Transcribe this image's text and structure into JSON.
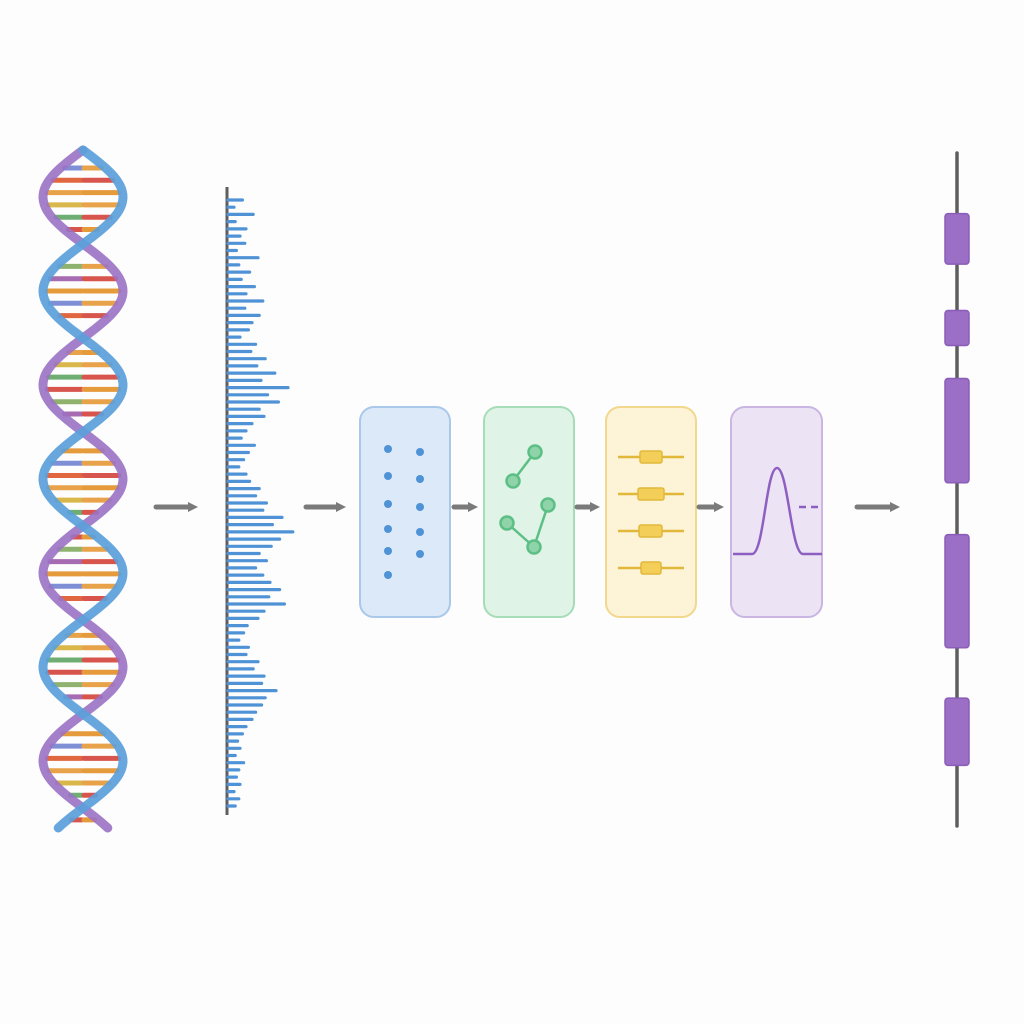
{
  "colors": {
    "background": "#fdfdfd",
    "arrow": "#7a7a7a",
    "axis": "#5e5e5e",
    "strand_blue": "#5b9fda",
    "strand_purple": "#9b72c4",
    "signal_bar": "#4f93d6",
    "stage_blue_fill": "#dce9f8",
    "stage_blue_border": "#a9c8ea",
    "stage_blue_accent": "#4f93d6",
    "stage_green_fill": "#dff3e6",
    "stage_green_border": "#a6dcb8",
    "stage_green_accent": "#5cbf85",
    "stage_yellow_fill": "#fdf3d6",
    "stage_yellow_border": "#f1d88c",
    "stage_yellow_accent": "#e2b83a",
    "stage_purple_fill": "#ece4f5",
    "stage_purple_border": "#cbb5e2",
    "stage_purple_accent": "#8e5fc0",
    "segment_fill": "#9b6fc6",
    "segment_border": "#8a5db8",
    "base_pair_palette": [
      "#7f8fd6",
      "#e0673f",
      "#e8a24a",
      "#d9b74a",
      "#6fae72",
      "#d7554c",
      "#8fb36e",
      "#a66bb0",
      "#e59a3c"
    ]
  },
  "icons": {
    "dna": "dna-double-helix-icon",
    "signal": "signal-spectrum-icon",
    "stage_1": "dot-grid-icon",
    "stage_2": "connected-nodes-icon",
    "stage_3": "slider-bars-icon",
    "stage_4": "peak-curve-icon",
    "output": "segmented-track-icon",
    "arrow": "arrow-right-icon"
  },
  "signal": {
    "values": [
      0.24,
      0.1,
      0.42,
      0.12,
      0.3,
      0.2,
      0.28,
      0.14,
      0.5,
      0.18,
      0.36,
      0.22,
      0.44,
      0.3,
      0.58,
      0.28,
      0.52,
      0.4,
      0.34,
      0.2,
      0.46,
      0.38,
      0.62,
      0.48,
      0.78,
      0.55,
      1.0,
      0.66,
      0.84,
      0.52,
      0.6,
      0.4,
      0.3,
      0.22,
      0.44,
      0.34,
      0.26,
      0.18,
      0.3,
      0.36,
      0.52,
      0.46,
      0.64,
      0.58,
      0.9,
      0.74,
      1.08,
      0.86,
      0.72,
      0.52,
      0.64,
      0.46,
      0.58,
      0.7,
      0.86,
      0.68,
      0.94,
      0.6,
      0.5,
      0.32,
      0.26,
      0.18,
      0.34,
      0.3,
      0.5,
      0.42,
      0.6,
      0.56,
      0.8,
      0.62,
      0.56,
      0.46,
      0.4,
      0.3,
      0.24,
      0.16,
      0.2,
      0.12,
      0.26,
      0.18,
      0.14,
      0.2,
      0.1,
      0.18,
      0.12
    ]
  },
  "output_track": {
    "segments": [
      {
        "start": 0.09,
        "end": 0.165
      },
      {
        "start": 0.234,
        "end": 0.286
      },
      {
        "start": 0.335,
        "end": 0.49
      },
      {
        "start": 0.567,
        "end": 0.735
      },
      {
        "start": 0.81,
        "end": 0.91
      }
    ]
  }
}
